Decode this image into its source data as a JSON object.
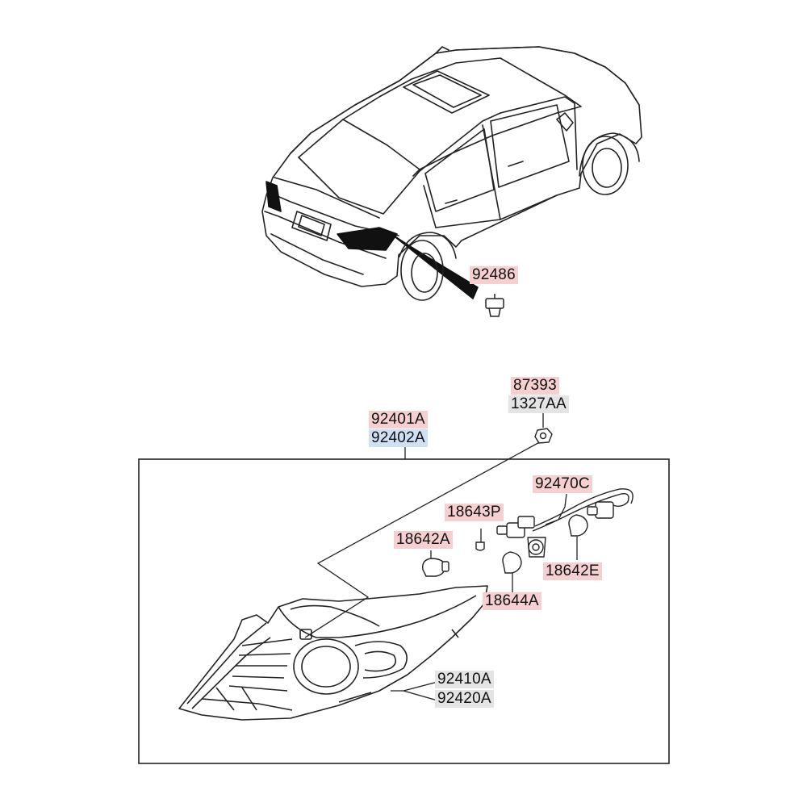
{
  "diagram": {
    "labels": {
      "clip": "92486",
      "nut_a": "87393",
      "nut_b": "1327AA",
      "assembly_lh": "92401A",
      "assembly_rh": "92402A",
      "harness": "92470C",
      "bulb_socket": "18643P",
      "bulb_a": "18642A",
      "bulb_e": "18642E",
      "bulb_stop": "18644A",
      "lens_lh": "92410A",
      "lens_rh": "92420A"
    },
    "colors": {
      "highlight_red": "#f6d0d0",
      "highlight_blue": "#cfe0f5",
      "highlight_gray": "#e4e4e4",
      "line": "#1a1a1a"
    }
  }
}
